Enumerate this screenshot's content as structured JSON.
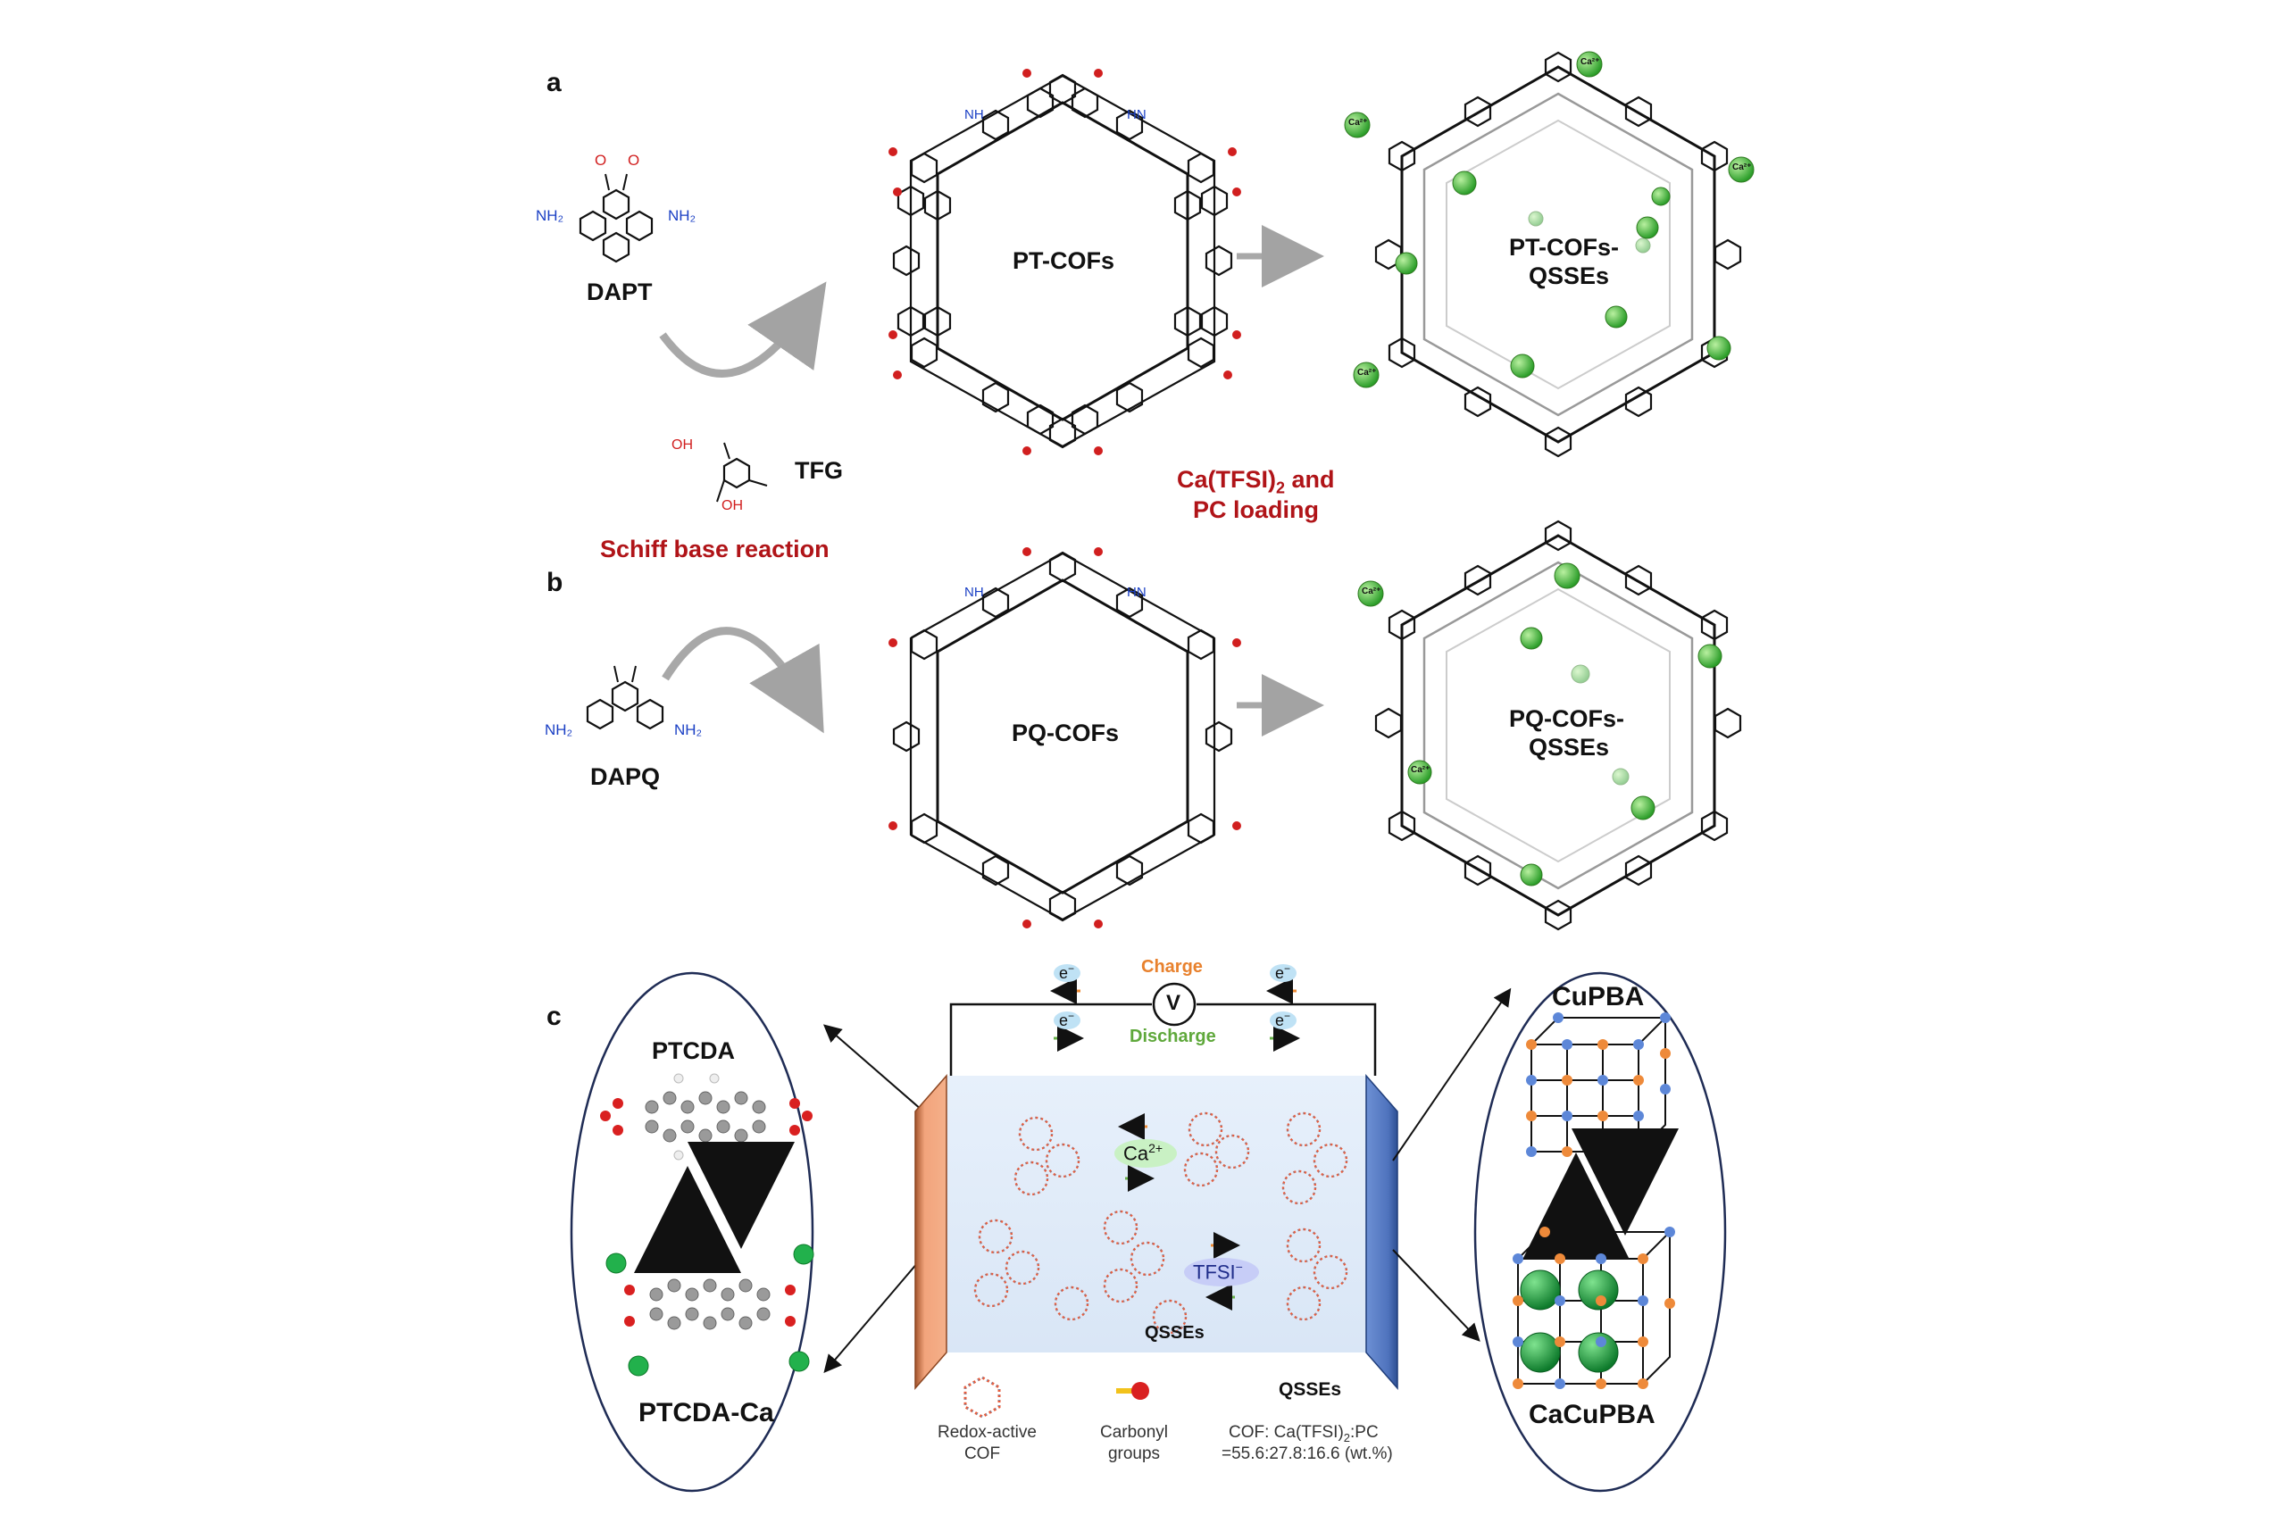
{
  "panels": {
    "a": {
      "letter": "a",
      "monomer": "DAPT",
      "cof": "PT-COFs",
      "qsse_line1": "PT-COFs-",
      "qsse_line2": "QSSEs",
      "linker": "TFG",
      "reaction": "Schiff base reaction",
      "loading_prefix": "Ca(TFSI)",
      "loading_sub": "2",
      "loading_suffix": " and",
      "loading_line2": "PC loading"
    },
    "b": {
      "letter": "b",
      "monomer": "DAPQ",
      "cof": "PQ-COFs",
      "qsse_line1": "PQ-COFs-",
      "qsse_line2": "QSSEs"
    },
    "c": {
      "letter": "c",
      "anode_top": "PTCDA",
      "anode_bottom": "PTCDA-Ca",
      "cathode_top": "CuPBA",
      "cathode_bottom": "CaCuPBA",
      "charge": "Charge",
      "discharge": "Discharge",
      "voltmeter": "V",
      "electron": "e",
      "electron_sup": "−",
      "cation": "Ca",
      "cation_sup": "2+",
      "anion": "TFSI",
      "anion_sup": "−",
      "electrolyte": "QSSEs",
      "ion_label": "Ca²⁺",
      "legend": {
        "cof_line1": "Redox-active",
        "cof_line2": "COF",
        "carbonyl_line1": "Carbonyl",
        "carbonyl_line2": "groups",
        "qsse_title": "QSSEs",
        "composition_line1": "COF: Ca(TFSI)",
        "composition_sub": "2",
        "composition_tail": ":PC",
        "composition_line2": "=55.6:27.8:16.6 (wt.%)"
      }
    },
    "atoms": {
      "o": "O",
      "nh2": "NH₂",
      "nh": "NH",
      "hn": "HN",
      "oh": "OH"
    }
  },
  "colors": {
    "reaction_red": "#b01418",
    "charge_orange": "#e8812d",
    "discharge_green": "#5fa83b",
    "anode": "#f0a27a",
    "cathode": "#5b7fc8",
    "ca_green": "#22b14c",
    "nitrogen_blue": "#1a3fc4",
    "oxygen_red": "#d11f1f"
  }
}
